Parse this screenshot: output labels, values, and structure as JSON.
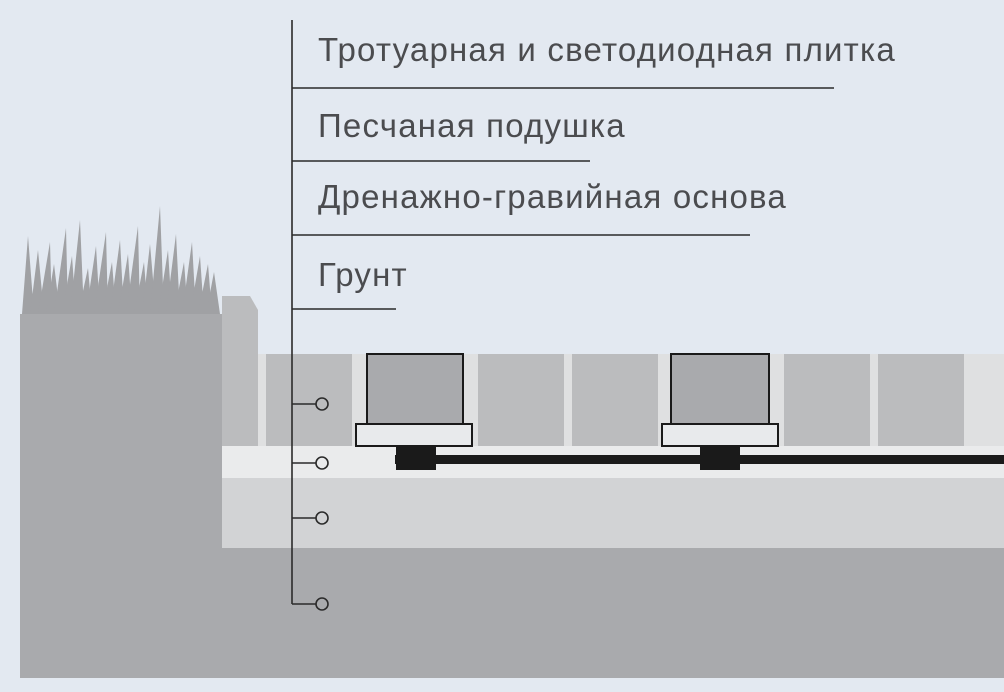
{
  "layers": [
    {
      "label": "Тротуарная и светодиодная плитка"
    },
    {
      "label": "Песчаная подушка"
    },
    {
      "label": "Дренажно-гравийная основа"
    },
    {
      "label": "Грунт"
    }
  ],
  "colors": {
    "background": "#e3e9f1",
    "soil": "#a9aaad",
    "gravel": "#d2d3d5",
    "sand": "#eaebec",
    "paver": "#bbbcbe",
    "paver_border": "#dfe0e1",
    "led_tile": "#a9aaad",
    "led_base": "#e8eaec",
    "cable": "#1a1a1a",
    "leader_line": "#2b2b2b",
    "grass": "#a0a1a4"
  }
}
